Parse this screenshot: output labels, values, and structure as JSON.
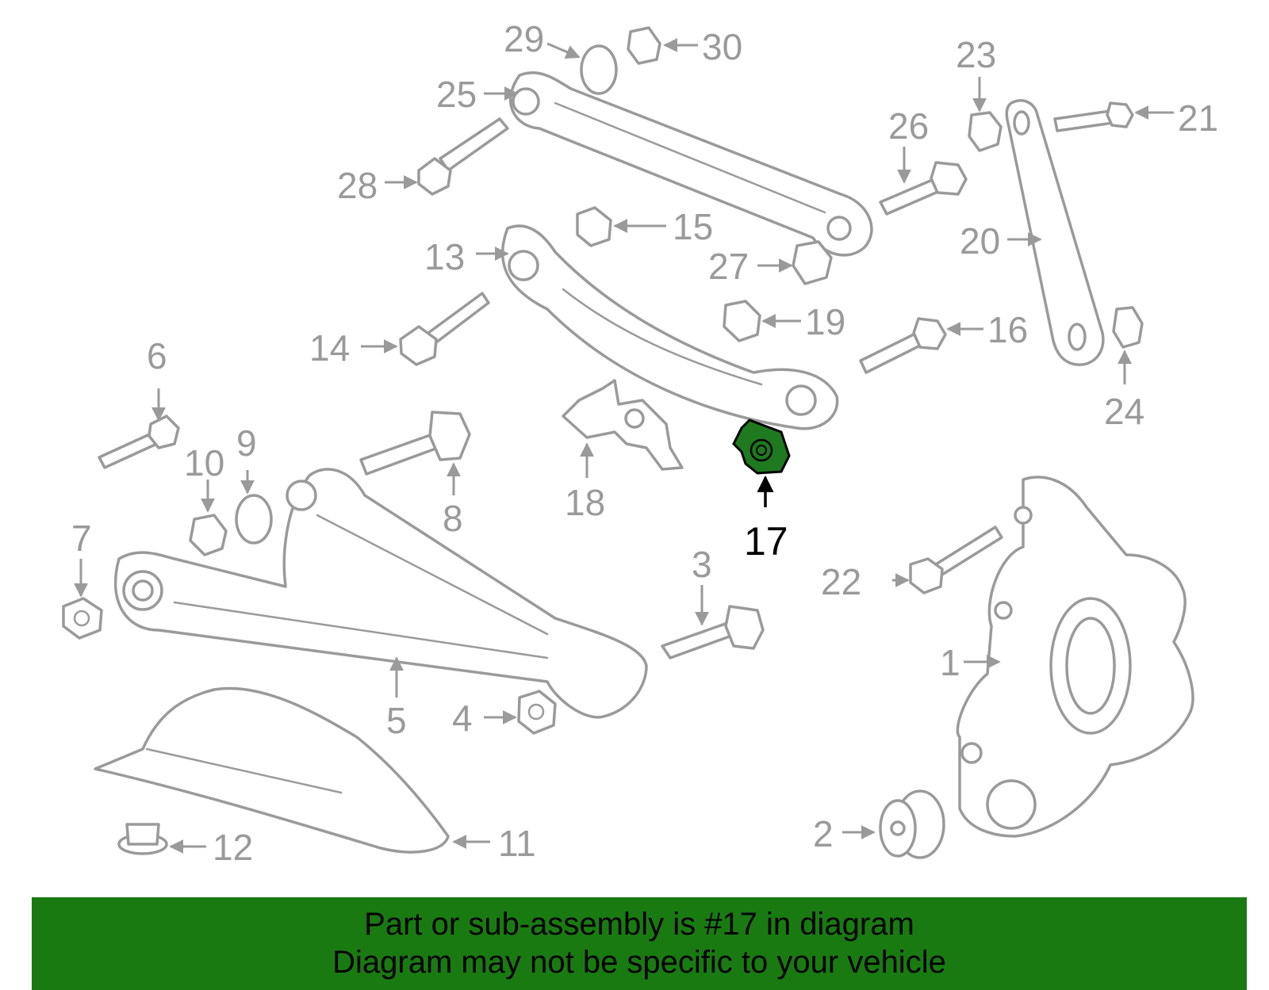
{
  "diagram": {
    "highlight_color": "#1f7a1f",
    "banner_color": "#1a7a12",
    "highlighted_part": "17",
    "callouts": [
      "1",
      "2",
      "3",
      "4",
      "5",
      "6",
      "7",
      "8",
      "9",
      "10",
      "11",
      "12",
      "13",
      "14",
      "15",
      "16",
      "17",
      "18",
      "19",
      "20",
      "21",
      "22",
      "23",
      "24",
      "25",
      "26",
      "27",
      "28",
      "29",
      "30"
    ]
  },
  "banner": {
    "line1": "Part or sub-assembly is #17 in diagram",
    "line2": "Diagram may not be specific to your vehicle"
  }
}
